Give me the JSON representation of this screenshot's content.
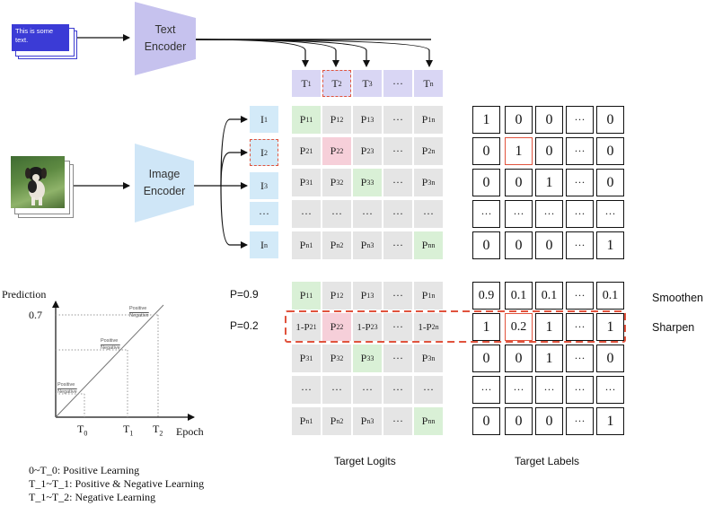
{
  "text_input": {
    "text": "This is some text."
  },
  "text_encoder": {
    "label": "Text Encoder"
  },
  "image_encoder": {
    "label": "Image Encoder"
  },
  "text_tokens": [
    {
      "main": "T",
      "sub": "1"
    },
    {
      "main": "T",
      "sub": "2"
    },
    {
      "main": "T",
      "sub": "3"
    },
    {
      "main": "···",
      "sub": ""
    },
    {
      "main": "T",
      "sub": "n"
    }
  ],
  "image_tokens": [
    {
      "main": "I",
      "sub": "1"
    },
    {
      "main": "I",
      "sub": "2"
    },
    {
      "main": "I",
      "sub": "3"
    },
    {
      "main": "···",
      "sub": ""
    },
    {
      "main": "I",
      "sub": "n"
    }
  ],
  "logits_top": [
    [
      {
        "m": "P",
        "s": "11"
      },
      {
        "m": "P",
        "s": "12"
      },
      {
        "m": "P",
        "s": "13"
      },
      {
        "m": "···",
        "s": ""
      },
      {
        "m": "P",
        "s": "1n"
      }
    ],
    [
      {
        "m": "P",
        "s": "21"
      },
      {
        "m": "P",
        "s": "22"
      },
      {
        "m": "P",
        "s": "23"
      },
      {
        "m": "···",
        "s": ""
      },
      {
        "m": "P",
        "s": "2n"
      }
    ],
    [
      {
        "m": "P",
        "s": "31"
      },
      {
        "m": "P",
        "s": "32"
      },
      {
        "m": "P",
        "s": "33"
      },
      {
        "m": "···",
        "s": ""
      },
      {
        "m": "P",
        "s": "3n"
      }
    ],
    [
      {
        "m": "···",
        "s": ""
      },
      {
        "m": "···",
        "s": ""
      },
      {
        "m": "···",
        "s": ""
      },
      {
        "m": "···",
        "s": ""
      },
      {
        "m": "···",
        "s": ""
      }
    ],
    [
      {
        "m": "P",
        "s": "n1"
      },
      {
        "m": "P",
        "s": "n2"
      },
      {
        "m": "P",
        "s": "n3"
      },
      {
        "m": "···",
        "s": ""
      },
      {
        "m": "P",
        "s": "nn"
      }
    ]
  ],
  "logits_bottom": [
    [
      {
        "m": "P",
        "s": "11"
      },
      {
        "m": "P",
        "s": "12"
      },
      {
        "m": "P",
        "s": "13"
      },
      {
        "m": "···",
        "s": ""
      },
      {
        "m": "P",
        "s": "1n"
      }
    ],
    [
      {
        "m": "1-P",
        "s": "21"
      },
      {
        "m": "P",
        "s": "22"
      },
      {
        "m": "1-P",
        "s": "23"
      },
      {
        "m": "···",
        "s": ""
      },
      {
        "m": "1-P",
        "s": "2n"
      }
    ],
    [
      {
        "m": "P",
        "s": "31"
      },
      {
        "m": "P",
        "s": "32"
      },
      {
        "m": "P",
        "s": "33"
      },
      {
        "m": "···",
        "s": ""
      },
      {
        "m": "P",
        "s": "3n"
      }
    ],
    [
      {
        "m": "···",
        "s": ""
      },
      {
        "m": "···",
        "s": ""
      },
      {
        "m": "···",
        "s": ""
      },
      {
        "m": "···",
        "s": ""
      },
      {
        "m": "···",
        "s": ""
      }
    ],
    [
      {
        "m": "P",
        "s": "n1"
      },
      {
        "m": "P",
        "s": "n2"
      },
      {
        "m": "P",
        "s": "n3"
      },
      {
        "m": "···",
        "s": ""
      },
      {
        "m": "P",
        "s": "nn"
      }
    ]
  ],
  "labels_top": [
    [
      "1",
      "0",
      "0",
      "···",
      "0"
    ],
    [
      "0",
      "1",
      "0",
      "···",
      "0"
    ],
    [
      "0",
      "0",
      "1",
      "···",
      "0"
    ],
    [
      "···",
      "···",
      "···",
      "···",
      "···"
    ],
    [
      "0",
      "0",
      "0",
      "···",
      "1"
    ]
  ],
  "labels_bottom": [
    [
      "0.9",
      "0.1",
      "0.1",
      "···",
      "0.1"
    ],
    [
      "1",
      "0.2",
      "1",
      "···",
      "1"
    ],
    [
      "0",
      "0",
      "1",
      "···",
      "0"
    ],
    [
      "···",
      "···",
      "···",
      "···",
      "···"
    ],
    [
      "0",
      "0",
      "0",
      "···",
      "1"
    ]
  ],
  "p_labels": {
    "row1": "P=0.9",
    "row2": "P=0.2"
  },
  "row_tags": {
    "smoothen": "Smoothen",
    "sharpen": "Sharpen"
  },
  "captions": {
    "logits": "Target Logits",
    "labels": "Target Labels"
  },
  "plot": {
    "ylabel": "Prediction",
    "xlabel": "Epoch",
    "ytick": "0.7",
    "xticks": [
      {
        "m": "T",
        "s": "0"
      },
      {
        "m": "T",
        "s": "1"
      },
      {
        "m": "T",
        "s": "2"
      }
    ],
    "annotations": [
      {
        "top": "Positive",
        "bottom": "Negative"
      },
      {
        "top": "Positive",
        "bottom": "Negative"
      },
      {
        "top": "Positive",
        "bottom": "Negative"
      }
    ]
  },
  "legend": [
    "0~T_0: Positive Learning",
    "T_1~T_1: Positive & Negative Learning",
    "T_1~T_2: Negative Learning"
  ],
  "colors": {
    "text_encoder": "#c6c2ee",
    "image_encoder": "#cfe6f7",
    "positive": "#d9f0d6",
    "negative": "#f6cfd9",
    "neutral": "#e5e5e5",
    "highlight_red": "#e0533d"
  }
}
